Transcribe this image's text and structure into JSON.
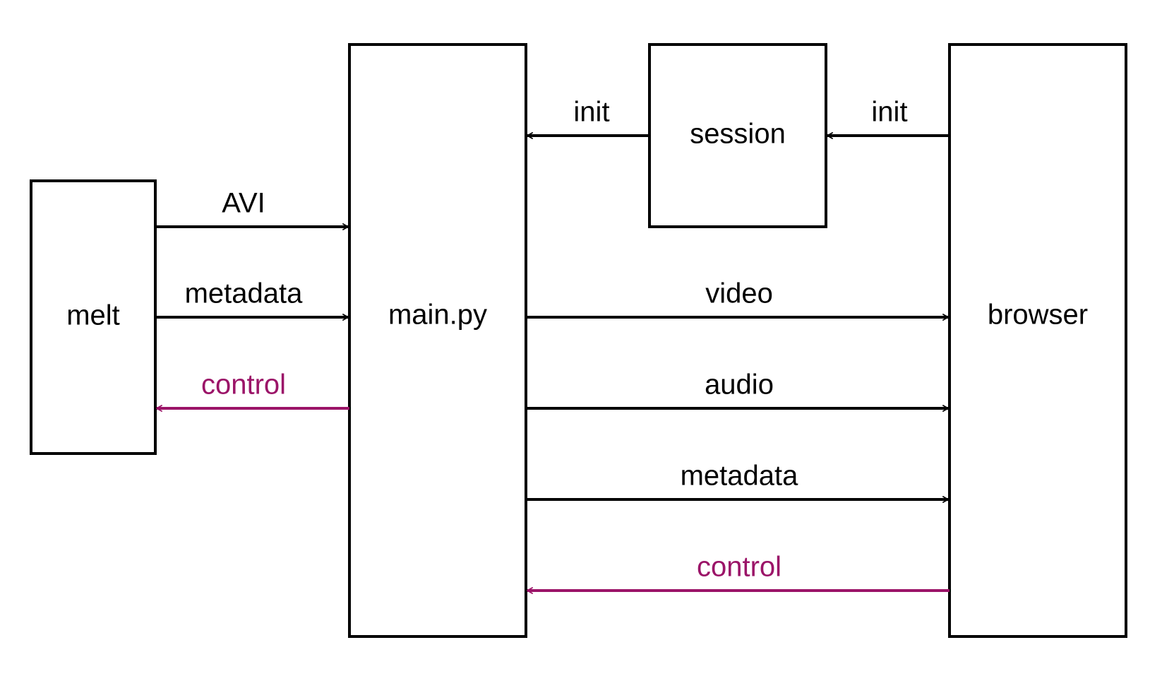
{
  "colors": {
    "data_flow": "#000000",
    "control_flow": "#9b1468",
    "box_stroke": "#000000",
    "background": "#ffffff"
  },
  "nodes": {
    "melt": "melt",
    "main": "main.py",
    "session": "session",
    "browser": "browser"
  },
  "edges": {
    "melt_avi": "AVI",
    "melt_metadata": "metadata",
    "melt_control": "control",
    "session_init": "init",
    "browser_init": "init",
    "browser_video": "video",
    "browser_audio": "audio",
    "browser_metadata": "metadata",
    "browser_control": "control"
  }
}
